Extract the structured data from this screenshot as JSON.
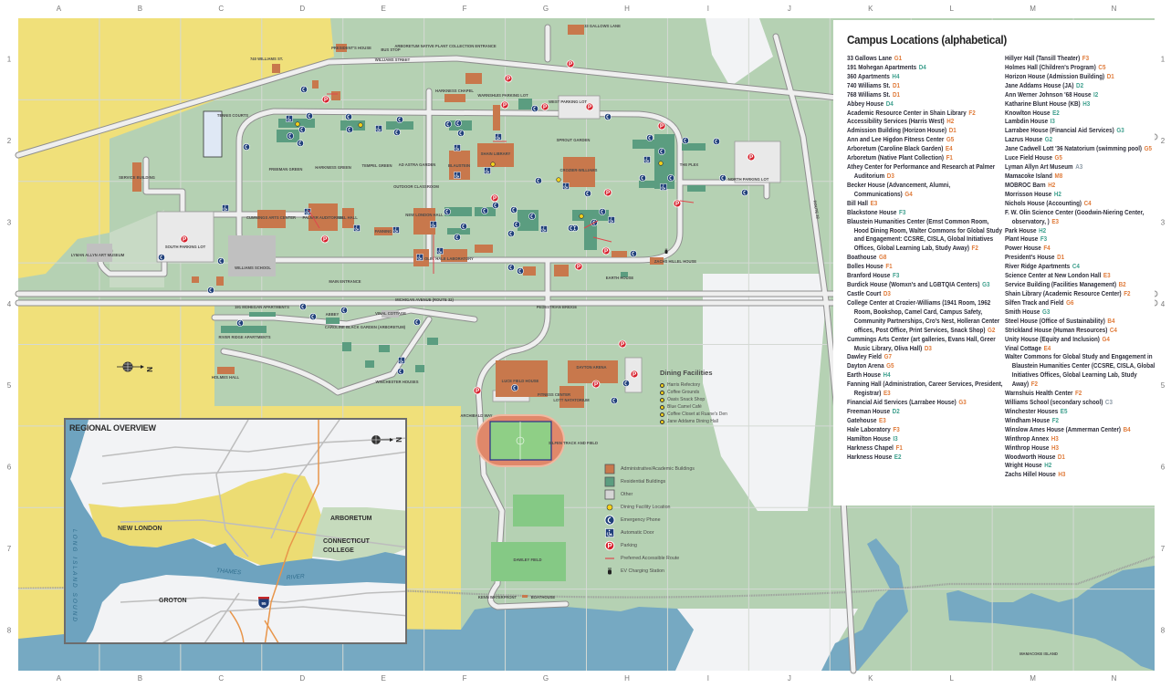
{
  "grid": {
    "columns": [
      "A",
      "B",
      "C",
      "D",
      "E",
      "F",
      "G",
      "H",
      "I",
      "J",
      "K",
      "L",
      "M",
      "N"
    ],
    "rows": [
      "1",
      "2",
      "3",
      "4",
      "5",
      "6",
      "7",
      "8"
    ]
  },
  "colors": {
    "land": "#b5d1b3",
    "town": "#f0e07a",
    "water": "#76a9c2",
    "academic": "#c8784c",
    "residential": "#5b9d80",
    "other": "#c0c0c0",
    "parking": "#d6202c",
    "phone": "#1f3f7a"
  },
  "map": {
    "compass_label": "N",
    "labels": [
      "WILLIAMS STREET",
      "MICHIGAN AVENUE (ROUTE 32)",
      "SOUTH PARKING LOT",
      "WEST PARKING LOT",
      "NORTH PARKING LOT",
      "LYMAN ALLYN ART MUSEUM",
      "SERVICE BUILDING",
      "WILLIAMS SCHOOL",
      "TENNIS COURTS",
      "FREEMAN GREEN",
      "HARKNESS GREEN",
      "TEMPEL GREEN",
      "AD ASTRA GARDEN",
      "OUTDOOR CLASSROOM",
      "CUMMINGS ARTS CENTER",
      "PALMER AUDITORIUM",
      "BILL HALL",
      "FANNING",
      "SHAIN LIBRARY",
      "BLAUSTEIN",
      "CROZIER-WILLIAMS",
      "THE PLEX",
      "SPROUT GARDEN",
      "LUCE FIELD HOUSE",
      "DAYTON ARENA",
      "SILFEN TRACK AND FIELD",
      "DAWLEY FIELD",
      "BOATHOUSE",
      "KENN WATERFRONT",
      "CAROLINE BLACK GARDEN (ARBORETUM)",
      "RIVER RIDGE APARTMENTS",
      "WINCHESTER HOUSES",
      "HOLMES HALL",
      "MAMACOKE ISLAND",
      "33 GALLOWS LANE",
      "PRESIDENT'S HOUSE",
      "BUS STOP",
      "ARBORETUM NATIVE PLANT COLLECTION ENTRANCE",
      "PEDESTRIAN BRIDGE",
      "ARCHIBALD WAY",
      "MAIN ENTRANCE",
      "HARKNESS CHAPEL",
      "WARNSHUIS PARKING LOT",
      "FITNESS CENTER",
      "LOTT NATATORIUM",
      "NEW LONDON HALL",
      "OLIN",
      "HALE LABORATORY",
      "ZACHS HILLEL HOUSE",
      "EARTH HOUSE",
      "ROUTE 32",
      "191 MOHEGAN APARTMENTS",
      "ABBEY",
      "VINAL COTTAGE",
      "740 WILLIAMS ST."
    ]
  },
  "panel": {
    "title": "Campus Locations (alphabetical)",
    "column1": [
      {
        "name": "33 Gallows Lane",
        "code": "G1",
        "type": "a"
      },
      {
        "name": "191 Mohegan Apartments",
        "code": "D4",
        "type": "r"
      },
      {
        "name": "360 Apartments",
        "code": "H4",
        "type": "r"
      },
      {
        "name": "740 Williams St.",
        "code": "D1",
        "type": "a"
      },
      {
        "name": "768 Williams St.",
        "code": "D1",
        "type": "a"
      },
      {
        "name": "Abbey House",
        "code": "D4",
        "type": "r"
      },
      {
        "name": "Academic Resource Center in Shain Library",
        "code": "F2",
        "type": "a"
      },
      {
        "name": "Accessibility Services (Harris West)",
        "code": "H2",
        "type": "a"
      },
      {
        "name": "Admission Building (Horizon House)",
        "code": "D1",
        "type": "a"
      },
      {
        "name": "Ann and Lee Higdon Fitness Center",
        "code": "G5",
        "type": "a"
      },
      {
        "name": "Arboretum (Caroline Black Garden)",
        "code": "E4",
        "type": "a"
      },
      {
        "name": "Arboretum (Native Plant Collection)",
        "code": "F1",
        "type": "a"
      },
      {
        "name": "Athey Center for Performance and Research at Palmer Auditorium",
        "code": "D3",
        "type": "a"
      },
      {
        "name": "Becker House (Advancement, Alumni, Communications)",
        "code": "G4",
        "type": "a"
      },
      {
        "name": "Bill Hall",
        "code": "E3",
        "type": "a"
      },
      {
        "name": "Blackstone House",
        "code": "F3",
        "type": "r"
      },
      {
        "name": "Blaustein Humanities Center (Ernst Common Room, Hood Dining Room, Walter Commons for Global Study and Engagement: CCSRE, CISLA, Global Initiatives Offices, Global Learning Lab, Study Away)",
        "code": "F2",
        "type": "a"
      },
      {
        "name": "Boathouse",
        "code": "G8",
        "type": "a"
      },
      {
        "name": "Bolles House",
        "code": "F1",
        "type": "a"
      },
      {
        "name": "Branford House",
        "code": "F3",
        "type": "r"
      },
      {
        "name": "Burdick House (Womxn's and LGBTQIA Centers)",
        "code": "G3",
        "type": "r"
      },
      {
        "name": "Castle Court",
        "code": "D3",
        "type": "a"
      },
      {
        "name": "College Center at Crozier-Williams (1941 Room, 1962 Room, Bookshop, Camel Card, Campus Safety, Community Partnerships, Cro's Nest, Holleran Center offices, Post Office, Print Services, Snack Shop)",
        "code": "G2",
        "type": "a"
      },
      {
        "name": "Cummings Arts Center (art galleries, Evans Hall, Greer Music Library, Oliva Hall)",
        "code": "D3",
        "type": "a"
      },
      {
        "name": "Dawley Field",
        "code": "G7",
        "type": "a"
      },
      {
        "name": "Dayton Arena",
        "code": "G5",
        "type": "a"
      },
      {
        "name": "Earth House",
        "code": "H4",
        "type": "r"
      },
      {
        "name": "Fanning Hall (Administration, Career Services, President, Registrar)",
        "code": "E3",
        "type": "a"
      },
      {
        "name": "Financial Aid Services (Larrabee House)",
        "code": "G3",
        "type": "a"
      },
      {
        "name": "Freeman House",
        "code": "D2",
        "type": "r"
      },
      {
        "name": "Gatehouse",
        "code": "E3",
        "type": "a"
      },
      {
        "name": "Hale Laboratory",
        "code": "F3",
        "type": "a"
      },
      {
        "name": "Hamilton House",
        "code": "I3",
        "type": "r"
      },
      {
        "name": "Harkness Chapel",
        "code": "F1",
        "type": "a"
      },
      {
        "name": "Harkness House",
        "code": "E2",
        "type": "r"
      }
    ],
    "column2": [
      {
        "name": "Hillyer Hall (Tansill Theater)",
        "code": "F3",
        "type": "a"
      },
      {
        "name": "Holmes Hall (Children's Program)",
        "code": "C5",
        "type": "a"
      },
      {
        "name": "Horizon House (Admission Building)",
        "code": "D1",
        "type": "a"
      },
      {
        "name": "Jane Addams House (JA)",
        "code": "D2",
        "type": "r"
      },
      {
        "name": "Ann Werner Johnson '68 House",
        "code": "I2",
        "type": "r"
      },
      {
        "name": "Katharine Blunt House (KB)",
        "code": "H3",
        "type": "r"
      },
      {
        "name": "Knowlton House",
        "code": "E2",
        "type": "r"
      },
      {
        "name": "Lambdin House",
        "code": "I3",
        "type": "r"
      },
      {
        "name": "Larrabee House (Financial Aid Services)",
        "code": "G3",
        "type": "r"
      },
      {
        "name": "Lazrus House",
        "code": "G2",
        "type": "r"
      },
      {
        "name": "Jane Cadwell Lott '36 Natatorium (swimming pool)",
        "code": "G5",
        "type": "a"
      },
      {
        "name": "Luce Field House",
        "code": "G5",
        "type": "a"
      },
      {
        "name": "Lyman Allyn Art Museum",
        "code": "A3",
        "type": "o"
      },
      {
        "name": "Mamacoke Island",
        "code": "M8",
        "type": "a"
      },
      {
        "name": "MOBROC Barn",
        "code": "H2",
        "type": "a"
      },
      {
        "name": "Morrisson House",
        "code": "H2",
        "type": "r"
      },
      {
        "name": "Nichols House (Accounting)",
        "code": "C4",
        "type": "a"
      },
      {
        "name": "F. W. Olin Science Center (Goodwin-Niering Center, observatory, )",
        "code": "E3",
        "type": "a"
      },
      {
        "name": "Park House",
        "code": "H2",
        "type": "r"
      },
      {
        "name": "Plant House",
        "code": "F3",
        "type": "r"
      },
      {
        "name": "Power House",
        "code": "F4",
        "type": "a"
      },
      {
        "name": "President's House",
        "code": "D1",
        "type": "a"
      },
      {
        "name": "River Ridge Apartments",
        "code": "C4",
        "type": "r"
      },
      {
        "name": "Science Center at New London Hall",
        "code": "E3",
        "type": "a"
      },
      {
        "name": "Service Building (Facilities Management)",
        "code": "B2",
        "type": "a"
      },
      {
        "name": "Shain Library (Academic Resource Center)",
        "code": "F2",
        "type": "a"
      },
      {
        "name": "Silfen Track and Field",
        "code": "G6",
        "type": "a"
      },
      {
        "name": "Smith House",
        "code": "G3",
        "type": "r"
      },
      {
        "name": "Steel House (Office of Sustainability)",
        "code": "B4",
        "type": "a"
      },
      {
        "name": "Strickland House (Human Resources)",
        "code": "C4",
        "type": "a"
      },
      {
        "name": "Unity House (Equity and Inclusion)",
        "code": "G4",
        "type": "a"
      },
      {
        "name": "Vinal Cottage",
        "code": "E4",
        "type": "a"
      },
      {
        "name": "Walter Commons for Global Study and Engagement in Blaustein Humanities Center (CCSRE, CISLA, Global Initiatives Offices, Global Learning Lab, Study Away)",
        "code": "F2",
        "type": "a"
      },
      {
        "name": "Warnshuis Health Center",
        "code": "F2",
        "type": "a"
      },
      {
        "name": "Williams School (secondary school)",
        "code": "C3",
        "type": "o"
      },
      {
        "name": "Winchester Houses",
        "code": "E5",
        "type": "r"
      },
      {
        "name": "Windham House",
        "code": "F2",
        "type": "r"
      },
      {
        "name": "Winslow Ames House (Ammerman Center)",
        "code": "B4",
        "type": "a"
      },
      {
        "name": "Winthrop Annex",
        "code": "H3",
        "type": "a"
      },
      {
        "name": "Winthrop House",
        "code": "H3",
        "type": "a"
      },
      {
        "name": "Woodworth House",
        "code": "D1",
        "type": "a"
      },
      {
        "name": "Wright House",
        "code": "H2",
        "type": "r"
      },
      {
        "name": "Zachs Hillel House",
        "code": "H3",
        "type": "a"
      }
    ]
  },
  "dining": {
    "title": "Dining Facilities",
    "items": [
      "Harris Refectory",
      "Coffee Grounds",
      "Oasis Snack Shop",
      "Blue Camel Café",
      "Coffee Closet at Ruane's Den",
      "Jane Addams Dining Hall"
    ]
  },
  "legend": {
    "items": [
      {
        "label": "Administrative/Academic Buildings",
        "icon": "academic-swatch"
      },
      {
        "label": "Residential Buildings",
        "icon": "residential-swatch"
      },
      {
        "label": "Other",
        "icon": "other-swatch"
      },
      {
        "label": "Dining Facility Location",
        "icon": "dining-dot-icon"
      },
      {
        "label": "Emergency Phone",
        "icon": "phone-icon"
      },
      {
        "label": "Automatic Door",
        "icon": "accessible-door-icon"
      },
      {
        "label": "Parking",
        "icon": "parking-icon"
      },
      {
        "label": "Preferred Accessible Route",
        "icon": "accessible-route-line"
      },
      {
        "label": "EV Charging Station",
        "icon": "ev-charging-icon"
      }
    ]
  },
  "regional": {
    "title": "REGIONAL OVERVIEW",
    "compass_label": "N",
    "labels": {
      "new_london": "NEW LONDON",
      "arboretum": "ARBORETUM",
      "college_line1": "CONNECTICUT",
      "college_line2": "COLLEGE",
      "groton": "GROTON",
      "thames": "THAMES",
      "river": "RIVER",
      "sound": "LONG ISLAND SOUND",
      "interstate": "95"
    }
  }
}
